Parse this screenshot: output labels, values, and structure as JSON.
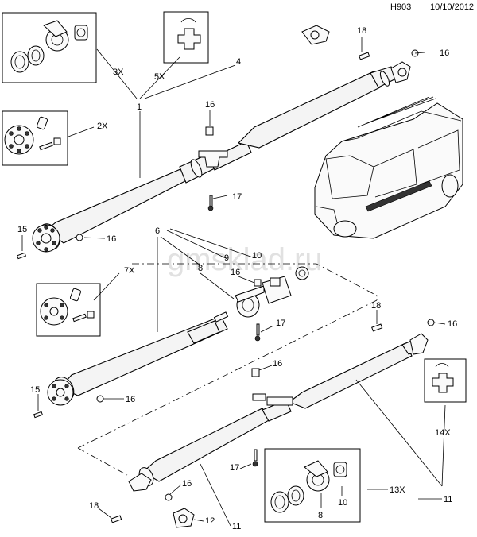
{
  "header": {
    "code": "H903",
    "date": "10/10/2012"
  },
  "watermark": "gmsklad.ru",
  "callouts": {
    "c_3x": "3X",
    "c_5x": "5X",
    "c_4": "4",
    "c_1": "1",
    "c_2x": "2X",
    "c_18a": "18",
    "c_16a": "16",
    "c_16b": "16",
    "c_17a": "17",
    "c_15a": "15",
    "c_16c": "16",
    "c_6": "6",
    "c_7x": "7X",
    "c_8a": "8",
    "c_9": "9",
    "c_10a": "10",
    "c_16d": "16",
    "c_17b": "17",
    "c_18b": "18",
    "c_16e": "16",
    "c_15b": "15",
    "c_16f": "16",
    "c_16g": "16",
    "c_14x": "14X",
    "c_17c": "17",
    "c_16h": "16",
    "c_18c": "18",
    "c_12": "12",
    "c_11a": "11",
    "c_13x": "13X",
    "c_11b": "11",
    "c_8b": "8",
    "c_10b": "10"
  }
}
